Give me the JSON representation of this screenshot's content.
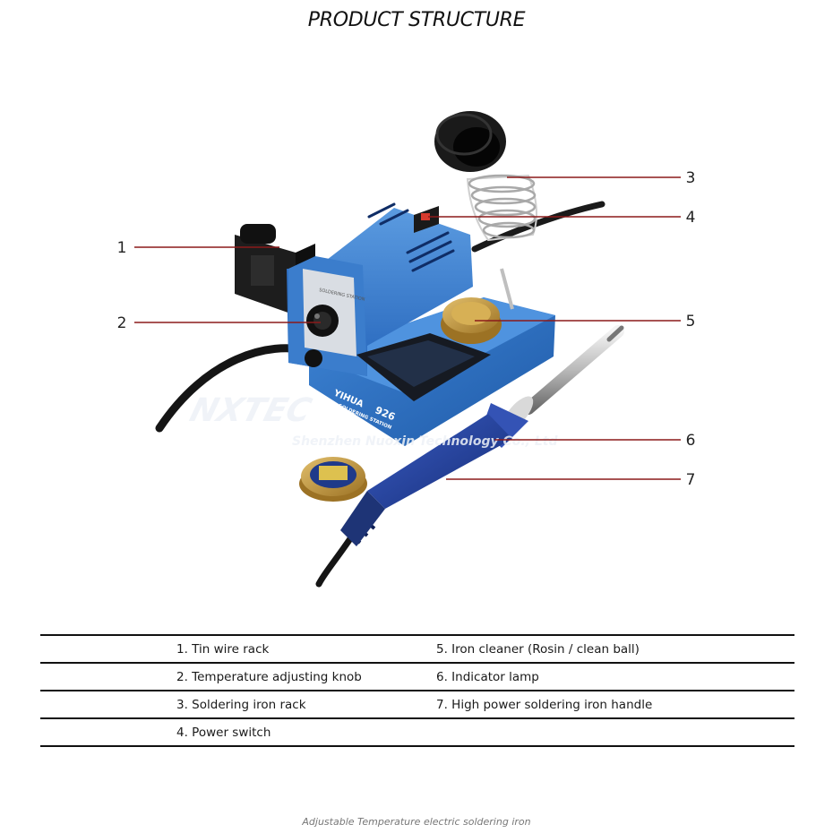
{
  "title": "PRODUCT STRUCTURE",
  "callouts": [
    {
      "number": "1",
      "label": "Tin wire rack"
    },
    {
      "number": "2",
      "label": "Temperature adjusting knob"
    },
    {
      "number": "3",
      "label": "Soldering iron rack"
    },
    {
      "number": "4",
      "label": "Power switch"
    },
    {
      "number": "5",
      "label": "Iron cleaner (Rosin / clean ball)"
    },
    {
      "number": "6",
      "label": "Indicator lamp"
    },
    {
      "number": "7",
      "label": "High power soldering iron handle"
    }
  ],
  "legend_rows": [
    {
      "left": "1. Tin wire rack",
      "right": "5. Iron cleaner (Rosin / clean ball)"
    },
    {
      "left": "2. Temperature adjusting knob",
      "right": "6. Indicator lamp"
    },
    {
      "left": "3. Soldering iron rack",
      "right": "7. High power soldering iron handle"
    },
    {
      "left": "4. Power switch",
      "right": ""
    }
  ],
  "product_labels": {
    "brand": "YIHUA",
    "model": "926",
    "subtitle": "SOLDERING STATION",
    "dial_text": "SOLDERING STATION",
    "watermark_logo": "NXTEC",
    "watermark_company": "Shenzhen Nuoxin Technology Co., Ltd"
  },
  "footer": "Adjustable Temperature electric soldering iron",
  "colors": {
    "callout_line": "#8b1a1a",
    "station_blue": "#3a7fd0",
    "handle_blue": "#1f3f9a",
    "cleaner_gold": "#c99a3a"
  }
}
